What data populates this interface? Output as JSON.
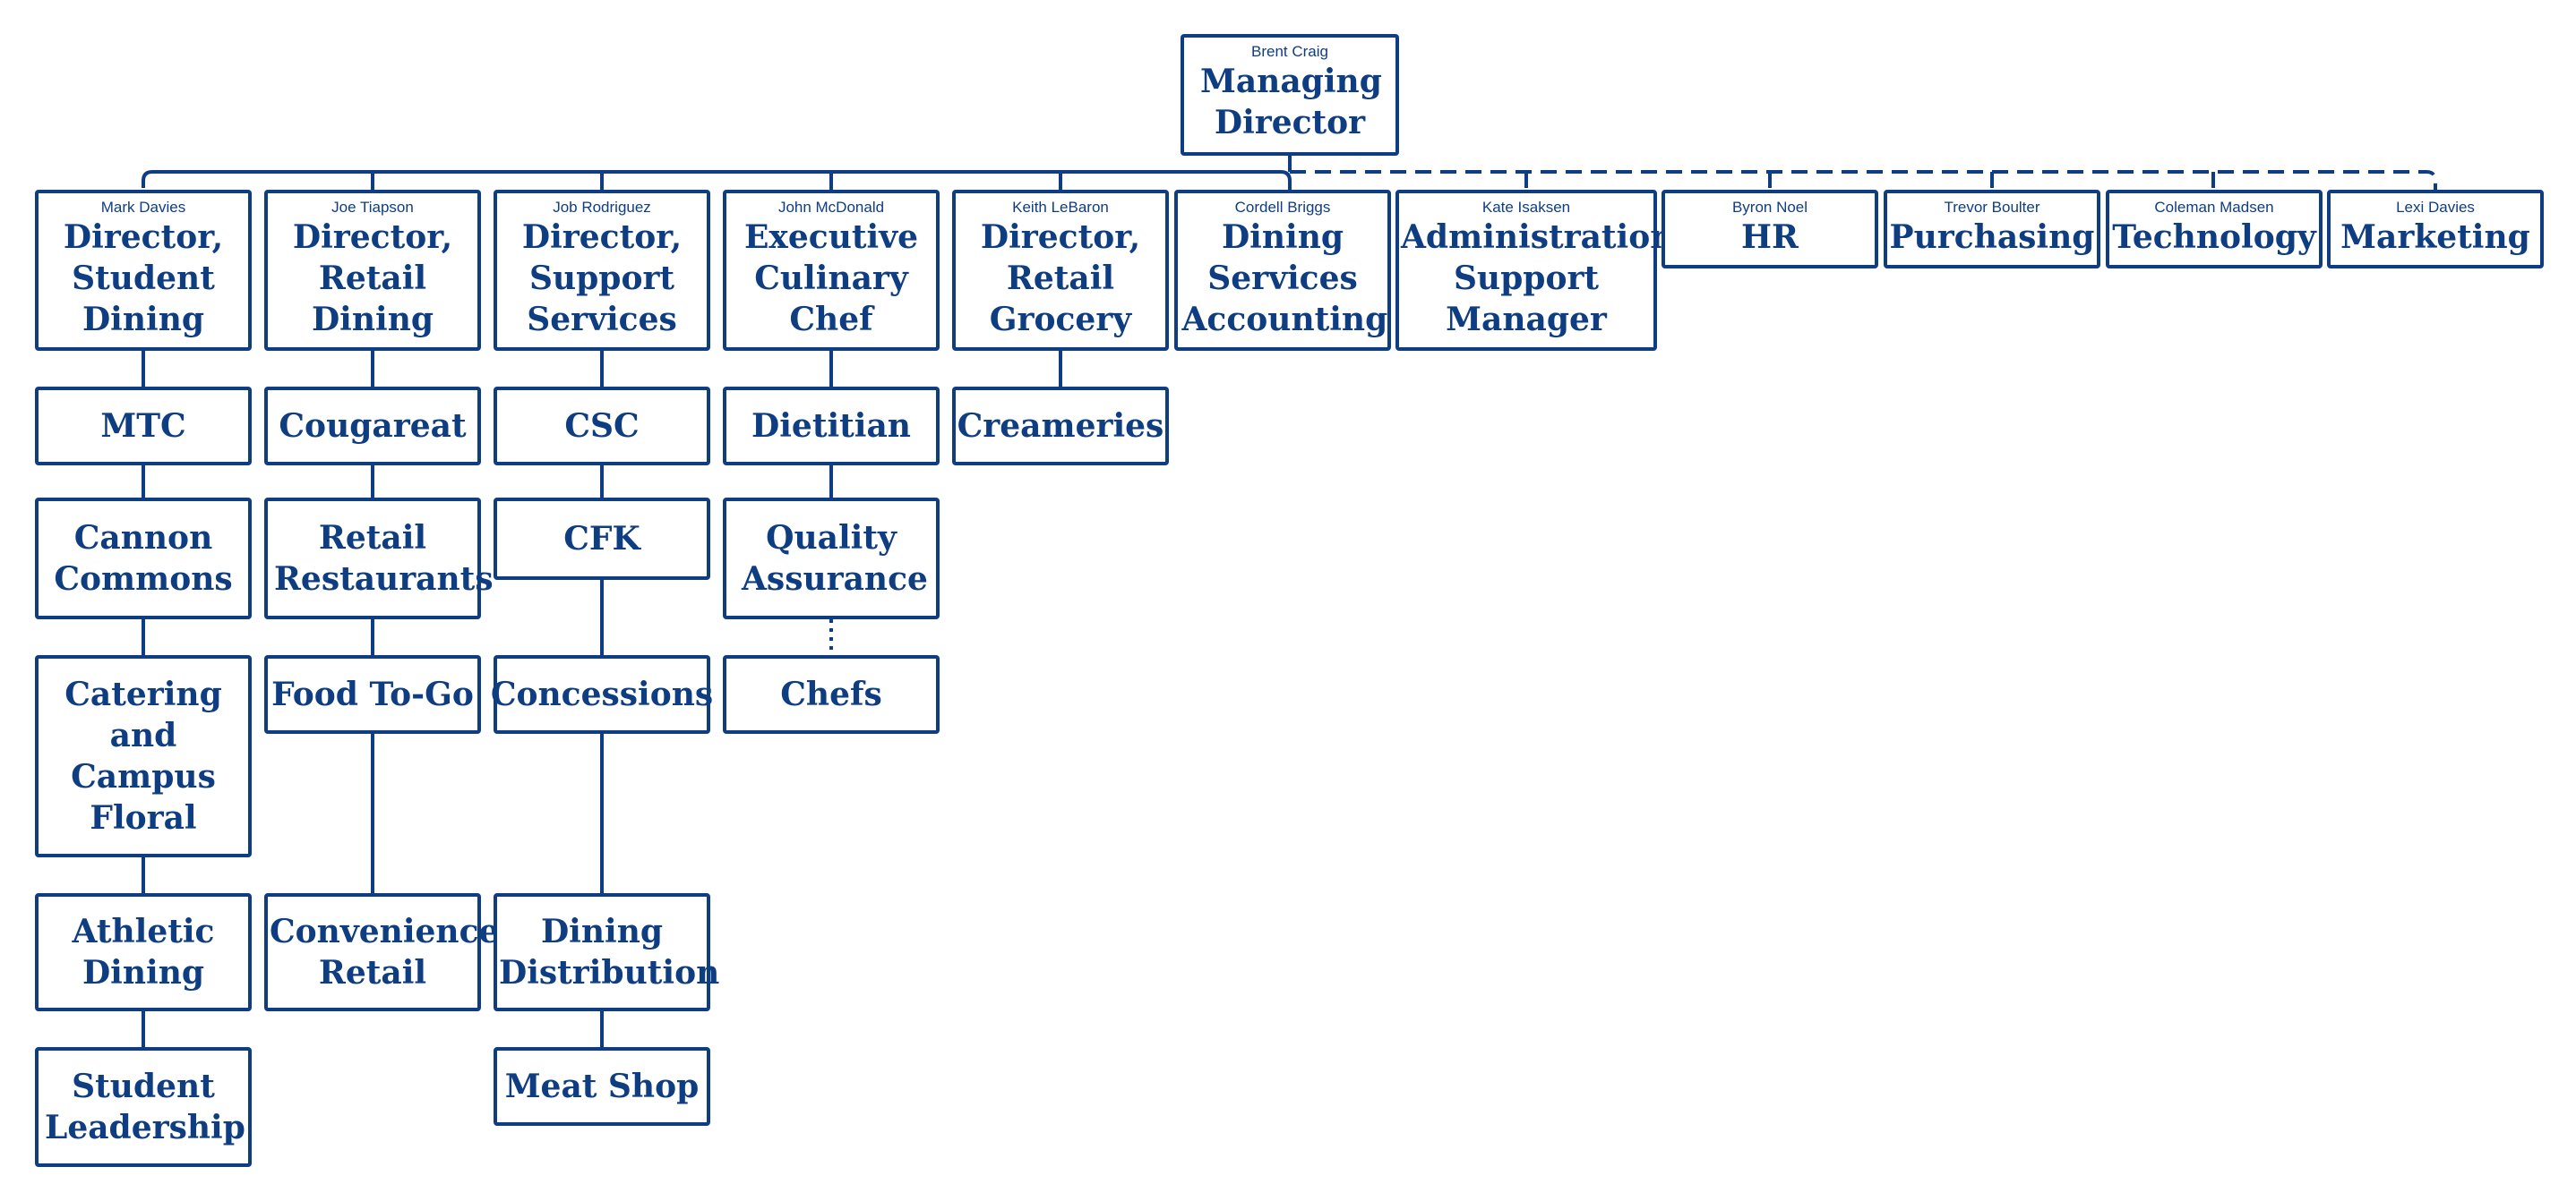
{
  "colors": {
    "primary": "#0f3d82",
    "background": "#ffffff"
  },
  "top": {
    "name": "Brent Craig",
    "title": "Managing Director"
  },
  "directors": [
    {
      "name": "Mark Davies",
      "title": "Director, Student Dining"
    },
    {
      "name": "Joe Tiapson",
      "title": "Director, Retail Dining"
    },
    {
      "name": "Job Rodriguez",
      "title": "Director, Support Services"
    },
    {
      "name": "John McDonald",
      "title": "Executive Culinary Chef"
    },
    {
      "name": "Keith LeBaron",
      "title": "Director, Retail Grocery"
    },
    {
      "name": "Cordell Briggs",
      "title": "Dining Services Accounting"
    },
    {
      "name": "Kate Isaksen",
      "title": "Administration Support Manager"
    },
    {
      "name": "Byron Noel",
      "title": "HR"
    },
    {
      "name": "Trevor Boulter",
      "title": "Purchasing"
    },
    {
      "name": "Coleman Madsen",
      "title": "Technology"
    },
    {
      "name": "Lexi Davies",
      "title": "Marketing"
    }
  ],
  "units": {
    "student_dining": [
      "MTC",
      "Cannon Commons",
      "Catering and Campus Floral",
      "Athletic Dining",
      "Student Leadership"
    ],
    "retail_dining": [
      "Cougareat",
      "Retail Restaurants",
      "Food To-Go",
      "Convenience Retail"
    ],
    "support_services": [
      "CSC",
      "CFK",
      "Concessions",
      "Dining Distribution",
      "Meat Shop"
    ],
    "culinary": [
      "Dietitian",
      "Quality Assurance",
      "Chefs"
    ],
    "retail_grocery": [
      "Creameries"
    ]
  }
}
